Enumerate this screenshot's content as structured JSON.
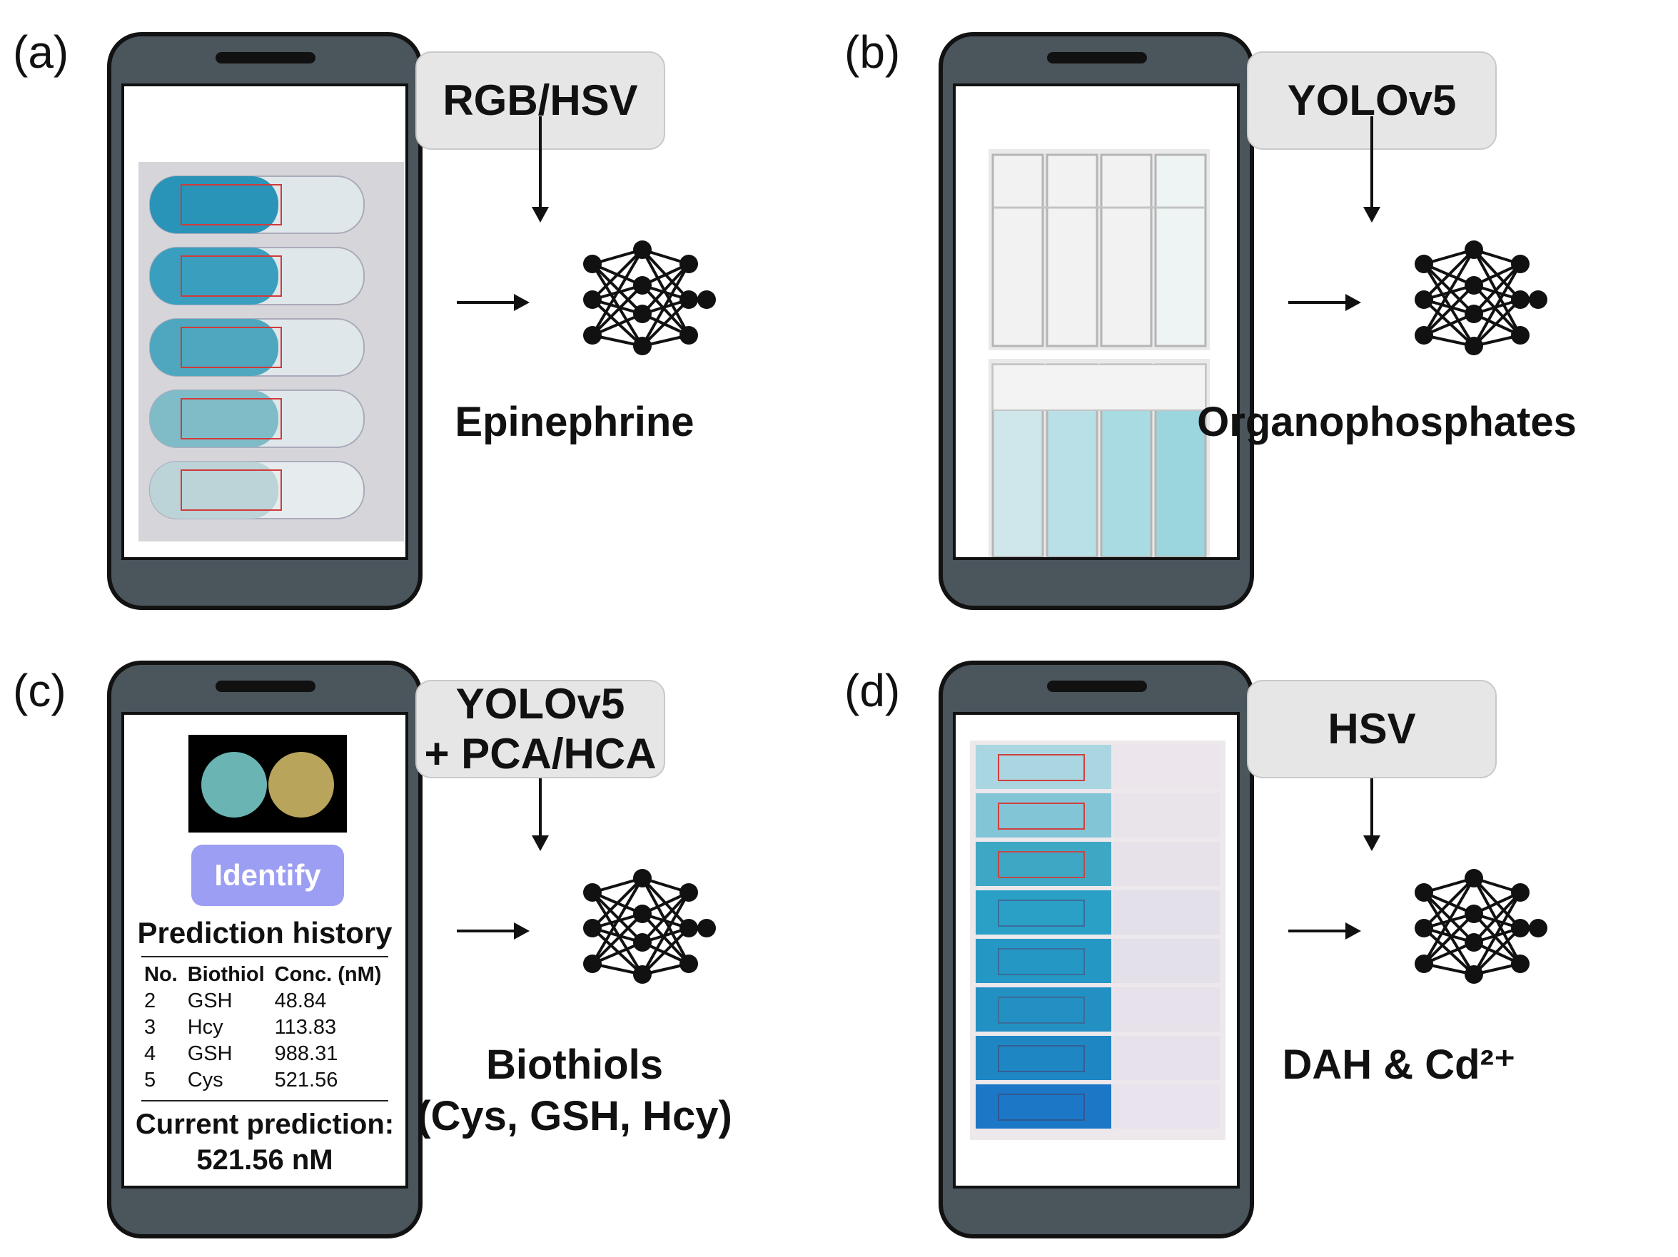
{
  "panels": [
    {
      "id": "a",
      "label": "(a)",
      "method_lines": [
        "RGB/HSV"
      ],
      "target_lines": [
        "Epinephrine"
      ]
    },
    {
      "id": "b",
      "label": "(b)",
      "method_lines": [
        "YOLOv5"
      ],
      "target_lines": [
        "Organophosphates"
      ]
    },
    {
      "id": "c",
      "label": "(c)",
      "method_lines": [
        "YOLOv5",
        "+ PCA/HCA"
      ],
      "target_lines": [
        "Biothiols",
        "(Cys, GSH, Hcy)"
      ]
    },
    {
      "id": "d",
      "label": "(d)",
      "method_lines": [
        "HSV"
      ],
      "target_lines": [
        "DAH & Cd²⁺"
      ]
    }
  ],
  "app_c": {
    "button": "Identify",
    "history_title": "Prediction history",
    "columns": [
      "No.",
      "Biothiol",
      "Conc. (nM)"
    ],
    "rows": [
      [
        "2",
        "GSH",
        "48.84"
      ],
      [
        "3",
        "Hcy",
        "113.83"
      ],
      [
        "4",
        "GSH",
        "988.31"
      ],
      [
        "5",
        "Cys",
        "521.56"
      ]
    ],
    "current_label": "Current prediction:",
    "current_value": "521.56 nM",
    "dot_colors": [
      "#6ab5b3",
      "#b9a45c"
    ]
  },
  "colors": {
    "phone_body": "#4a555c",
    "method_box": "#e6e6e6",
    "identify_button": "#9b9ef2"
  }
}
